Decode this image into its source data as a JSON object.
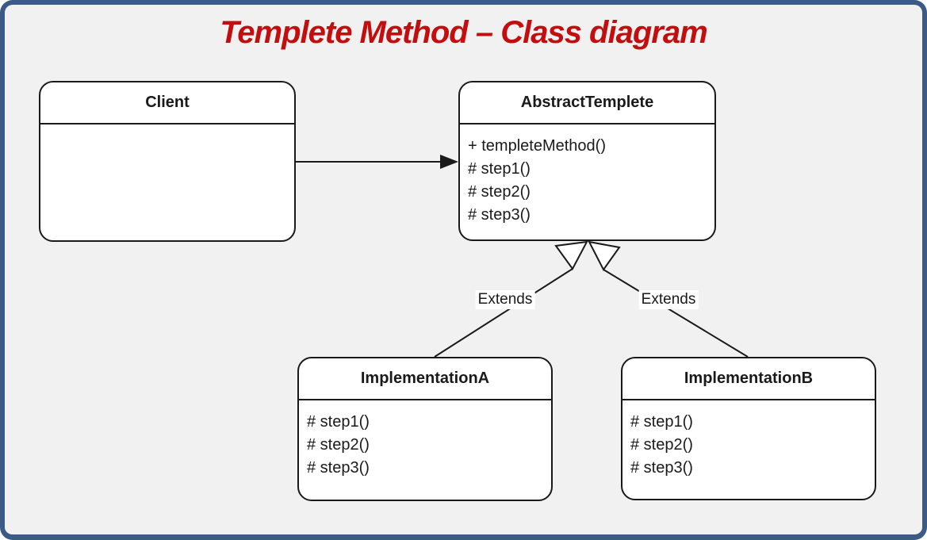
{
  "title": "Templete Method – Class diagram",
  "colors": {
    "title_text": "#C20E0E",
    "frame_border": "#3B5A86",
    "canvas_background": "#F1F1F2",
    "shape_fill": "#FFFFFF",
    "shape_stroke": "#1A1A1A"
  },
  "classes": {
    "client": {
      "name": "Client",
      "methods": []
    },
    "abstract_templete": {
      "name": "AbstractTemplete",
      "methods": [
        "+ templeteMethod()",
        "# step1()",
        "# step2()",
        "# step3()"
      ]
    },
    "implementation_a": {
      "name": "ImplementationA",
      "methods": [
        "# step1()",
        "# step2()",
        "# step3()"
      ]
    },
    "implementation_b": {
      "name": "ImplementationB",
      "methods": [
        "# step1()",
        "# step2()",
        "# step3()"
      ]
    }
  },
  "relations": {
    "client_to_abstract": "association",
    "extends_left_label": "Extends",
    "extends_right_label": "Extends"
  }
}
